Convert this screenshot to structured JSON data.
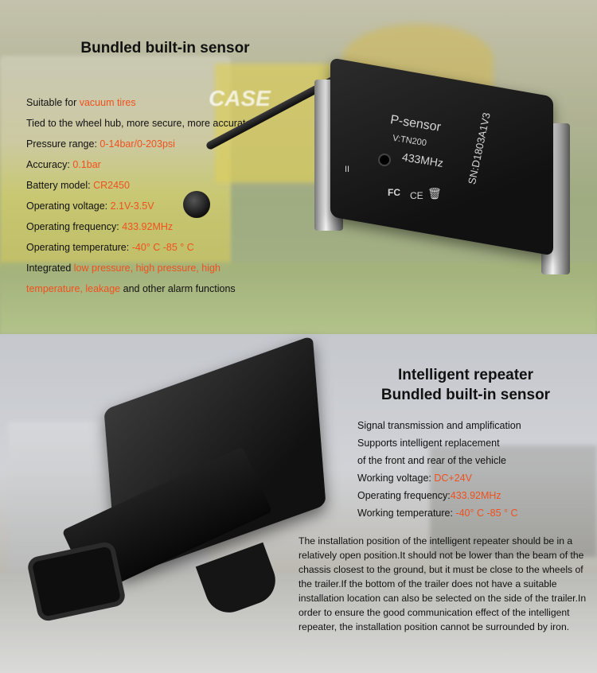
{
  "top": {
    "title": "Bundled built-in sensor",
    "specs": [
      {
        "label": "Suitable for ",
        "value": "vacuum tires"
      },
      {
        "label": "Tied to the wheel hub, more secure, more accurate",
        "value": ""
      },
      {
        "label": "Pressure range: ",
        "value": "0-14bar/0-203psi"
      },
      {
        "label": "Accuracy: ",
        "value": "0.1bar"
      },
      {
        "label": "Battery model: ",
        "value": "CR2450"
      },
      {
        "label": "Operating voltage: ",
        "value": "2.1V-3.5V"
      },
      {
        "label": "Operating frequency: ",
        "value": "433.92MHz"
      },
      {
        "label": "Operating temperature: ",
        "value": "-40° C -85 ° C"
      }
    ],
    "integrated": {
      "prefix": "Integrated ",
      "hl1": "low pressure, high pressure, high",
      "hl2": "temperature, leakage",
      "suffix": " and other alarm functions"
    },
    "background_sign": "CASE",
    "sensor_labels": {
      "name": "P-sensor",
      "model": "V:TN200",
      "freq": "433MHz",
      "roman": "II",
      "fc": "FC",
      "ce": "CE",
      "sn": "SN:D1803A1V3"
    }
  },
  "bottom": {
    "title_line1": "Intelligent repeater",
    "title_line2": "Bundled built-in sensor",
    "features": [
      "Signal transmission and amplification",
      "Supports intelligent replacement",
      "of the front and rear of the vehicle"
    ],
    "specs": [
      {
        "label": "Working voltage: ",
        "value": "DC+24V"
      },
      {
        "label": "Operating frequency:",
        "value": "433.92MHz"
      },
      {
        "label": "Working temperature: ",
        "value": "-40° C -85 ° C"
      }
    ],
    "note": "The installation position of the intelligent repeater should be in a relatively open position.It should not be lower than the beam of the chassis closest to the ground, but it must be close to the wheels of the trailer.If the bottom of the trailer does not have a suitable installation location can also be selected on the side of the trailer.In order to ensure the good communication effect of the intelligent repeater, the installation position cannot be surrounded by iron."
  },
  "colors": {
    "highlight": "#f0501e",
    "text": "#111111"
  }
}
